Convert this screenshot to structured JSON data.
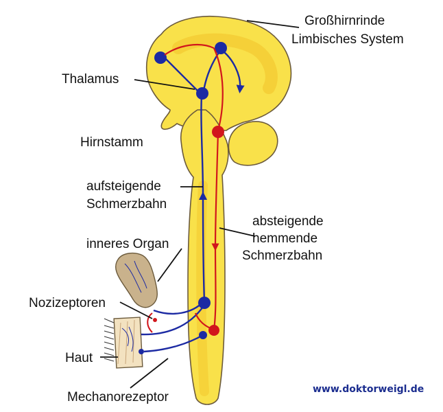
{
  "colors": {
    "tissue": "#f9e14a",
    "tissue_dark": "#f3c930",
    "outline": "#6b5a3c",
    "ascending": "#1c2aa3",
    "descending": "#d1161c",
    "skin": "#f3e2c0",
    "organ": "#c9b28c",
    "watermark": "#1b2d8f"
  },
  "labels": {
    "cortex_line1": "Großhirnrinde",
    "cortex_line2": "Limbisches System",
    "thalamus": "Thalamus",
    "brainstem": "Hirnstamm",
    "ascending_line1": "aufsteigende",
    "ascending_line2": "Schmerzbahn",
    "descending_line1": "absteigende",
    "descending_line2": "hemmende",
    "descending_line3": "Schmerzbahn",
    "organ": "inneres Organ",
    "nociceptors": "Nozizeptoren",
    "skin": "Haut",
    "mechanoreceptor": "Mechanorezeptor"
  },
  "watermark": "www.doktorweigl.de"
}
